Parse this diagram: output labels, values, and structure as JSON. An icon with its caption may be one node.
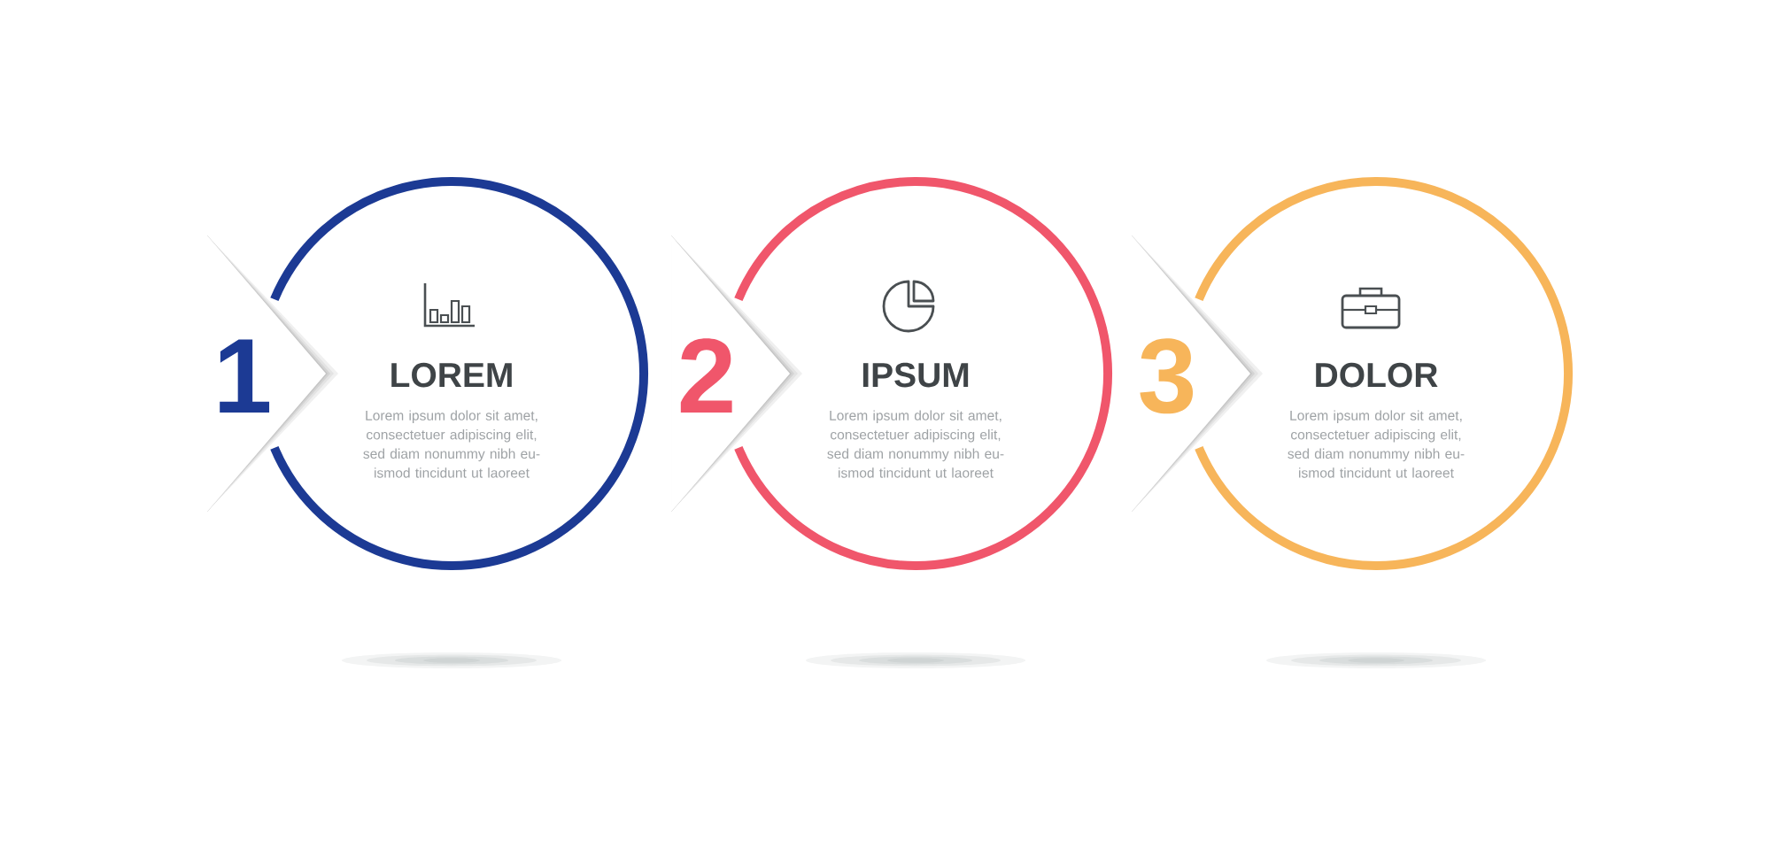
{
  "diagram": {
    "nodes": [
      {
        "text": [
          "1"
        ]
      },
      {
        "text": [
          "LOREM",
          "Lorem ipsum dolor sit amet, consectetuer adipiscing elit, sed diam nonummy nibh eu- ismod tincidunt ut laoreet"
        ]
      },
      {
        "text": [
          "2"
        ]
      },
      {
        "text": [
          "IPSUM",
          "Lorem ipsum dolor sit amet, consectetuer adipiscing elit, sed diam nonummy nibh eu- ismod tincidunt ut laoreet"
        ]
      },
      {
        "text": [
          "3"
        ]
      },
      {
        "text": [
          "DOLOR",
          "Lorem ipsum dolor sit amet, consectetuer adipiscing elit, sed diam nonummy nibh eu- ismod tincidunt ut laoreet"
        ]
      }
    ]
  }
}
